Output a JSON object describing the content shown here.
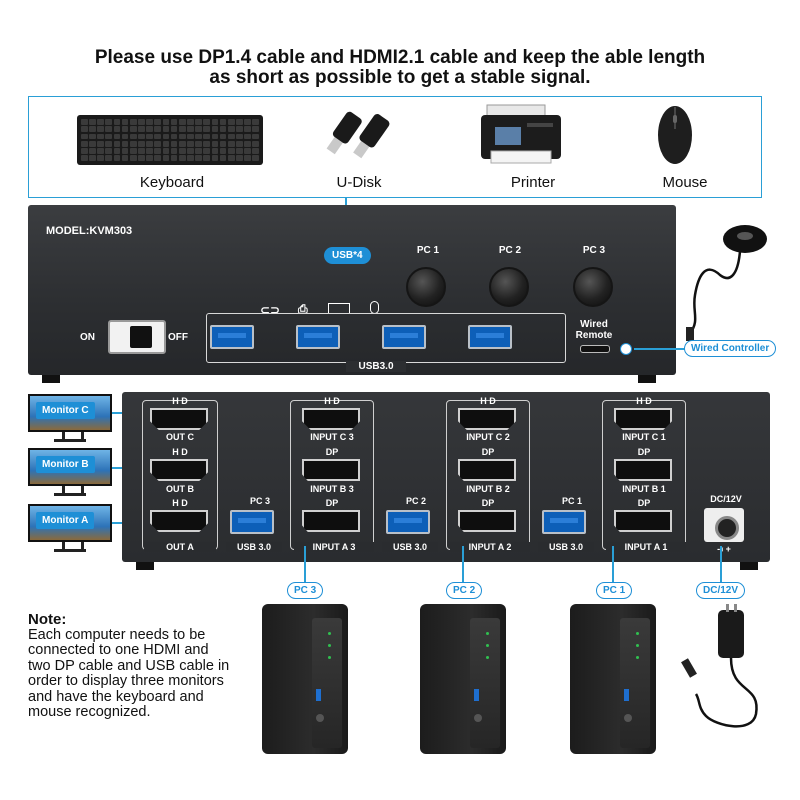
{
  "headline": {
    "line1": "Please use DP1.4 cable and HDMI2.1 cable and keep the able length",
    "line2": "as short as possible to get a stable signal."
  },
  "peripherals": [
    {
      "label": "Keyboard",
      "icon": "keyboard-icon"
    },
    {
      "label": "U-Disk",
      "icon": "usb-drive-icon"
    },
    {
      "label": "Printer",
      "icon": "printer-icon"
    },
    {
      "label": "Mouse",
      "icon": "mouse-icon"
    }
  ],
  "front_panel": {
    "model": "MODEL:KVM303",
    "usb_badge": "USB*4",
    "usb_label": "USB3.0",
    "pc_buttons": [
      "PC 1",
      "PC 2",
      "PC 3"
    ],
    "switch_on": "ON",
    "switch_off": "OFF",
    "wired_remote_line1": "Wired",
    "wired_remote_line2": "Remote",
    "wired_controller": "Wired Controller"
  },
  "monitors": [
    "Monitor C",
    "Monitor B",
    "Monitor A"
  ],
  "rear_panel": {
    "hd": "H D",
    "dp": "DP",
    "out_c": "OUT C",
    "out_b": "OUT B",
    "out_a": "OUT A",
    "pc3": "PC 3",
    "pc2": "PC 2",
    "pc1": "PC 1",
    "input_c3": "INPUT C 3",
    "input_b3": "INPUT B 3",
    "input_a3": "INPUT A 3",
    "input_c2": "INPUT C 2",
    "input_b2": "INPUT B 2",
    "input_a2": "INPUT A 2",
    "input_c1": "INPUT C 1",
    "input_b1": "INPUT B 1",
    "input_a1": "INPUT A 1",
    "usb30": "USB 3.0",
    "dc": "DC/12V",
    "polarity": "-◐+"
  },
  "computers": [
    "PC 3",
    "PC 2",
    "PC 1"
  ],
  "dc_badge": "DC/12V",
  "note": {
    "title": "Note:",
    "body": "Each computer needs to be connected to one HDMI and two DP cable and USB cable in order to display three monitors and have the keyboard and mouse recognized."
  },
  "colors": {
    "accent": "#1e8fd6",
    "device": "#2c2e31",
    "usb_blue": "#0d5fb8"
  }
}
